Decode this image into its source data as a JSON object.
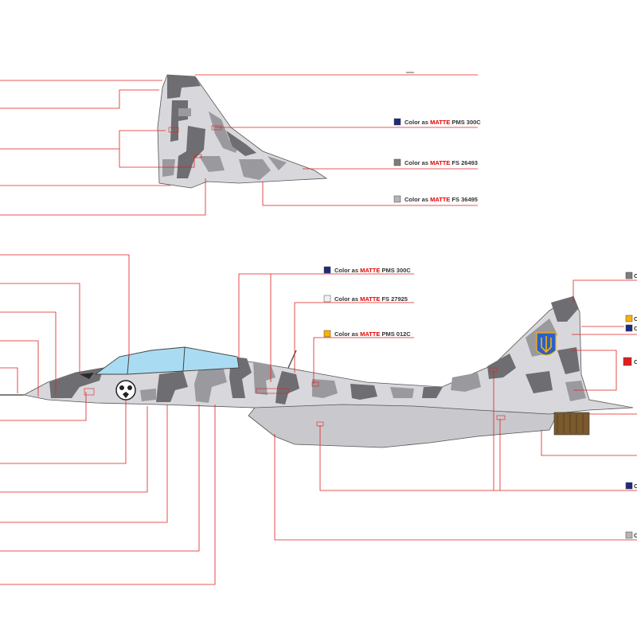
{
  "colors": {
    "pms300c": "#1f2a7a",
    "fs26493": "#7d7d7d",
    "fs36495": "#b5b5b5",
    "fs27925": "#f2f2f2",
    "pms012c": "#ffb000",
    "red": "#e01e1e",
    "camo_dark": "#6e6e72",
    "camo_mid": "#9a9a9e",
    "camo_light": "#d8d8dc",
    "belly": "#c9c9cd",
    "canopy": "#a9dcf2",
    "nozzle": "#7a5a2e",
    "leader": "#e02020"
  },
  "legend": {
    "tail": [
      {
        "swatch": "pms300c",
        "prefix": "Color as ",
        "matte": "MATTE",
        "code": " PMS 300C"
      },
      {
        "swatch": "fs26493",
        "prefix": "Color as ",
        "matte": "MATTE",
        "code": "  FS 26493"
      },
      {
        "swatch": "fs36495",
        "prefix": "Color as ",
        "matte": "MATTE",
        "code": "  FS 36495"
      }
    ],
    "side": [
      {
        "swatch": "pms300c",
        "prefix": "Color as ",
        "matte": "MATTE",
        "code": " PMS 300C"
      },
      {
        "swatch": "fs27925",
        "prefix": "Color as ",
        "matte": "MATTE",
        "code": "  FS 27925"
      },
      {
        "swatch": "pms012c",
        "prefix": "Color as ",
        "matte": "MATTE",
        "code": " PMS 012C"
      }
    ],
    "right": [
      {
        "swatch": "fs26493",
        "text": "C"
      },
      {
        "swatch": "pms012c",
        "text": "C"
      },
      {
        "swatch": "pms300c",
        "text": "C"
      },
      {
        "swatch": "red",
        "text": "C"
      },
      {
        "swatch": "pms300c",
        "text": "C"
      },
      {
        "swatch": "fs36495",
        "text": "C"
      }
    ]
  }
}
